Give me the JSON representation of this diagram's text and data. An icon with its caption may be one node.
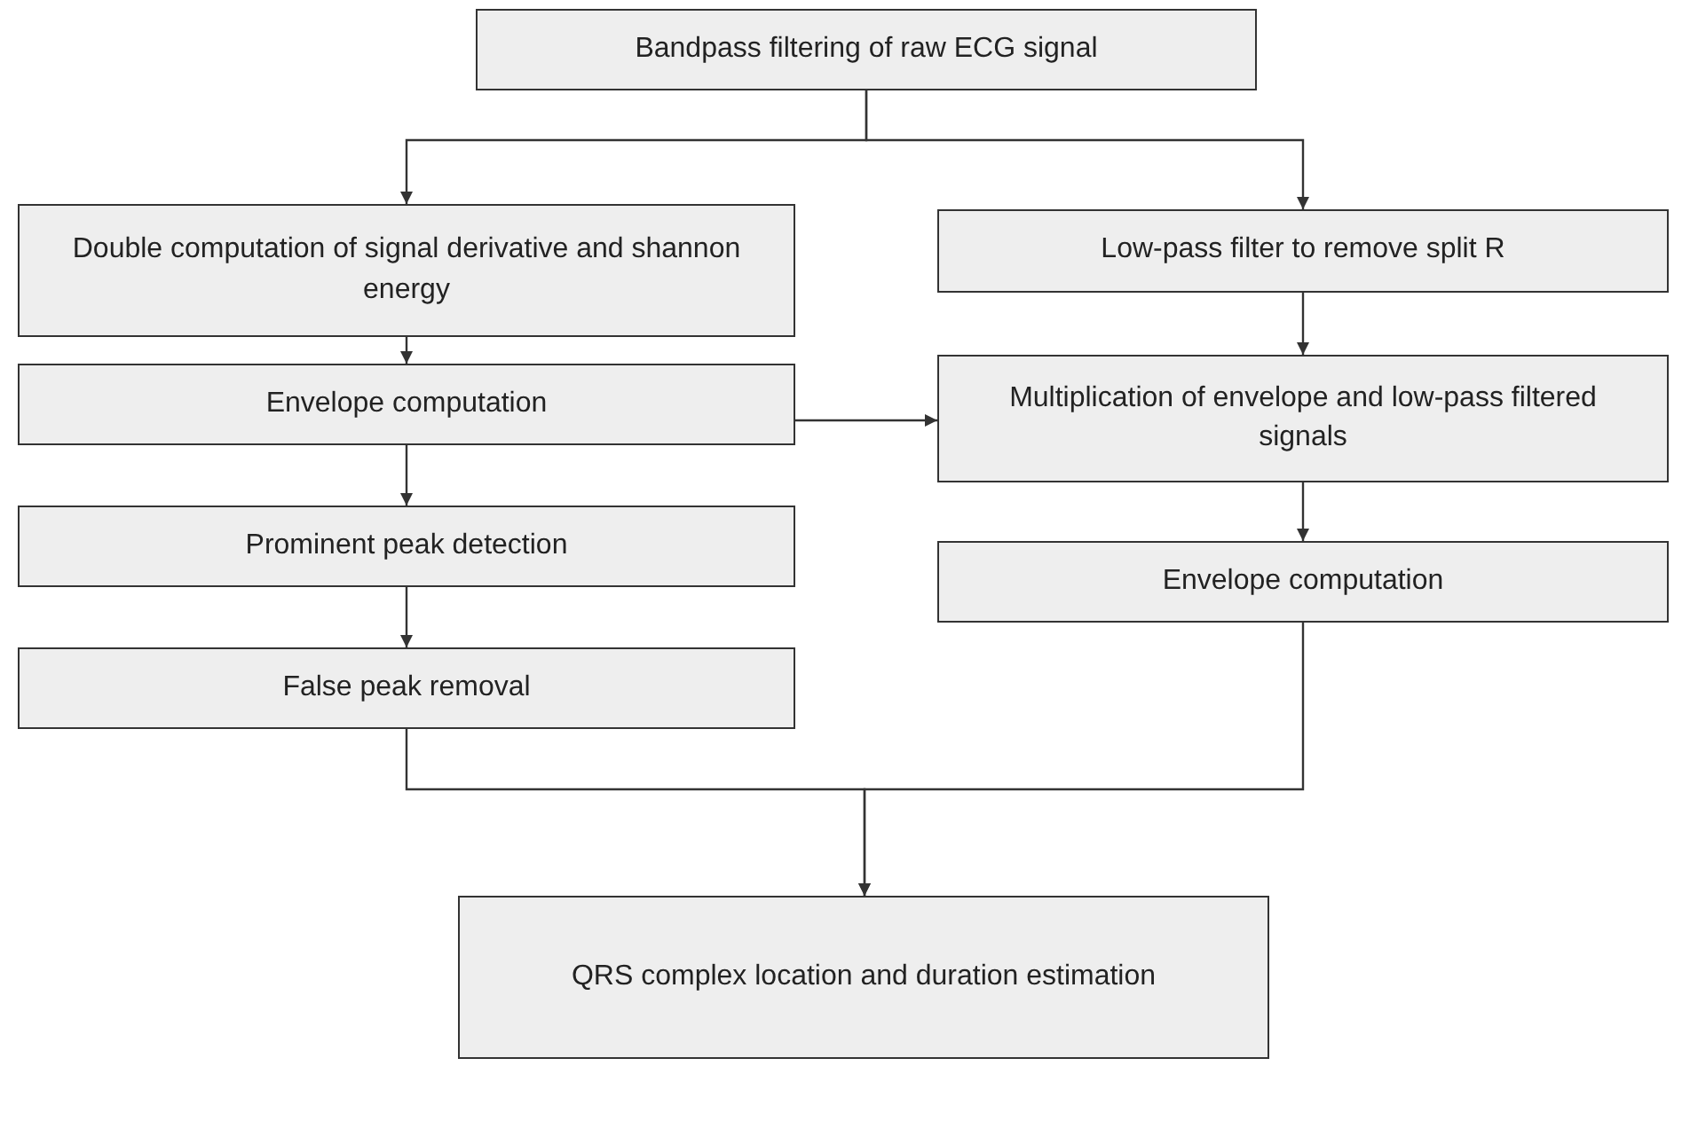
{
  "diagram": {
    "nodes": [
      {
        "text": [
          "Bandpass filtering of raw ECG signal"
        ]
      },
      {
        "text": [
          "Double computation of signal derivative and shannon energy"
        ]
      },
      {
        "text": [
          "Low-pass filter to remove split R"
        ]
      },
      {
        "text": [
          "Envelope computation"
        ]
      },
      {
        "text": [
          "Multiplication of envelope and low-pass filtered signals"
        ]
      },
      {
        "text": [
          "Prominent peak detection"
        ]
      },
      {
        "text": [
          "Envelope computation"
        ]
      },
      {
        "text": [
          "False peak removal"
        ]
      },
      {
        "text": [
          "QRS complex location and duration estimation"
        ]
      }
    ],
    "edges": [
      {
        "from": 0,
        "to": 1,
        "arrow": "to"
      },
      {
        "from": 0,
        "to": 2,
        "arrow": "to"
      },
      {
        "from": 1,
        "to": 3,
        "arrow": "to"
      },
      {
        "from": 2,
        "to": 4,
        "arrow": "to"
      },
      {
        "from": 3,
        "to": 4,
        "arrow": "to"
      },
      {
        "from": 3,
        "to": 5,
        "arrow": "to"
      },
      {
        "from": 4,
        "to": 6,
        "arrow": "to"
      },
      {
        "from": 5,
        "to": 7,
        "arrow": "to"
      },
      {
        "from": 7,
        "to": 8,
        "arrow": "to"
      },
      {
        "from": 6,
        "to": 8,
        "arrow": "to"
      }
    ]
  }
}
